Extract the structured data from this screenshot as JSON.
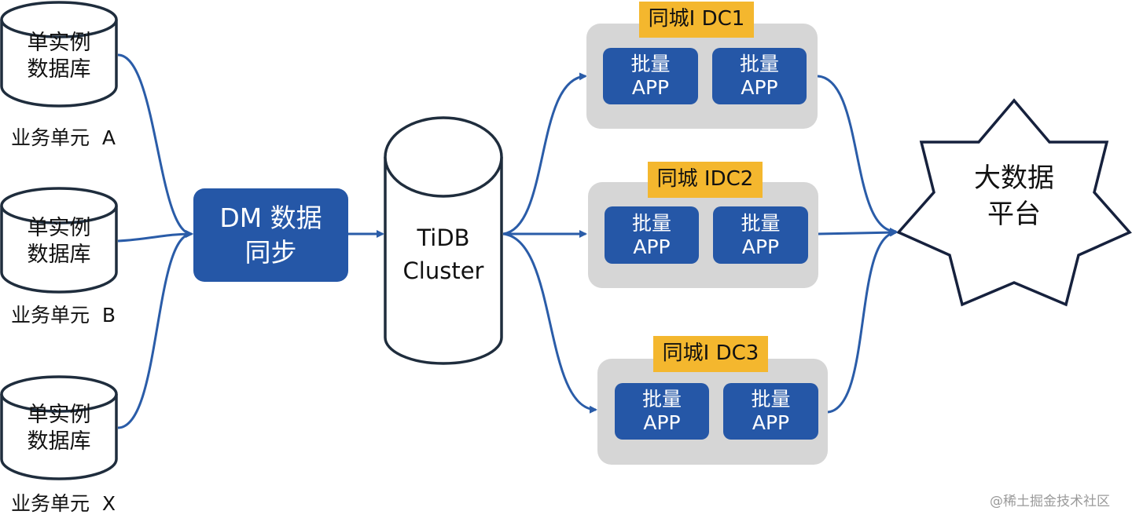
{
  "colors": {
    "accent_blue": "#2557a7",
    "arrow_blue": "#2a5ca8",
    "outline_dark": "#1f2d3d",
    "group_gray": "#d6d6d6",
    "tag_yellow": "#f4b72e"
  },
  "sources": [
    {
      "db_line1": "单实例",
      "db_line2": "数据库",
      "unit_label": "业务单元  A"
    },
    {
      "db_line1": "单实例",
      "db_line2": "数据库",
      "unit_label": "业务单元  B"
    },
    {
      "db_line1": "单实例",
      "db_line2": "数据库",
      "unit_label": "业务单元  X"
    }
  ],
  "dm_sync": {
    "line1": "DM 数据",
    "line2": "同步"
  },
  "tidb": {
    "line1": "TiDB",
    "line2": "Cluster"
  },
  "idc_groups": [
    {
      "tag": "同城I DC1",
      "apps": [
        {
          "line1": "批量",
          "line2": "APP"
        },
        {
          "line1": "批量",
          "line2": "APP"
        }
      ]
    },
    {
      "tag": "同城 IDC2",
      "apps": [
        {
          "line1": "批量",
          "line2": "APP"
        },
        {
          "line1": "批量",
          "line2": "APP"
        }
      ]
    },
    {
      "tag": "同城I DC3",
      "apps": [
        {
          "line1": "批量",
          "line2": "APP"
        },
        {
          "line1": "批量",
          "line2": "APP"
        }
      ]
    }
  ],
  "big_data": {
    "line1": "大数据",
    "line2": "平台"
  },
  "watermark": "@稀土掘金技术社区",
  "icons": {
    "database": "cylinder-icon",
    "big_data": "star-burst-icon",
    "arrow": "arrow-right-icon"
  }
}
